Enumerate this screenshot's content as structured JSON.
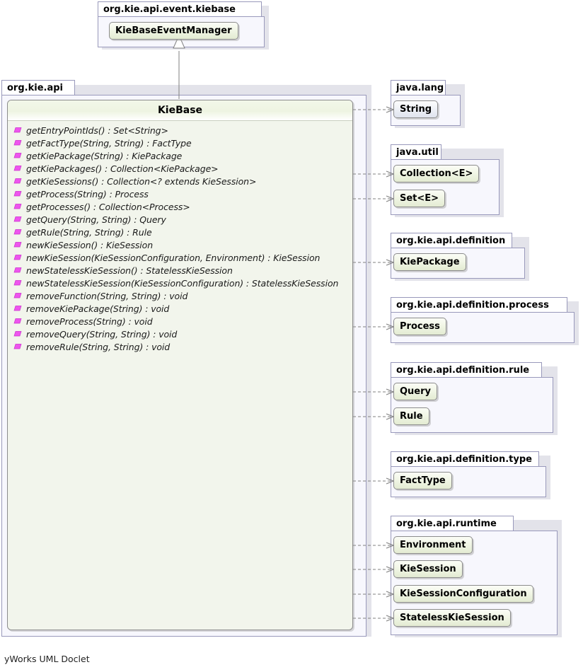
{
  "diagram": {
    "kind": "uml-class-diagram",
    "footer": "yWorks UML Doclet"
  },
  "packages": {
    "event_kiebase": {
      "name": "org.kie.api.event.kiebase",
      "types": [
        {
          "name": "KieBaseEventManager",
          "kind": "interface"
        }
      ]
    },
    "kie_api": {
      "name": "org.kie.api"
    },
    "java_lang": {
      "name": "java.lang",
      "types": [
        {
          "name": "String",
          "kind": "class"
        }
      ]
    },
    "java_util": {
      "name": "java.util",
      "types": [
        {
          "name": "Collection<E>",
          "kind": "interface"
        },
        {
          "name": "Set<E>",
          "kind": "interface"
        }
      ]
    },
    "definition": {
      "name": "org.kie.api.definition",
      "types": [
        {
          "name": "KiePackage",
          "kind": "interface"
        }
      ]
    },
    "definition_process": {
      "name": "org.kie.api.definition.process",
      "types": [
        {
          "name": "Process",
          "kind": "interface"
        }
      ]
    },
    "definition_rule": {
      "name": "org.kie.api.definition.rule",
      "types": [
        {
          "name": "Query",
          "kind": "interface"
        },
        {
          "name": "Rule",
          "kind": "interface"
        }
      ]
    },
    "definition_type": {
      "name": "org.kie.api.definition.type",
      "types": [
        {
          "name": "FactType",
          "kind": "interface"
        }
      ]
    },
    "runtime": {
      "name": "org.kie.api.runtime",
      "types": [
        {
          "name": "Environment",
          "kind": "interface"
        },
        {
          "name": "KieSession",
          "kind": "interface"
        },
        {
          "name": "KieSessionConfiguration",
          "kind": "interface"
        },
        {
          "name": "StatelessKieSession",
          "kind": "interface"
        }
      ]
    }
  },
  "main_class": {
    "name": "KieBase",
    "stereotype": "interface",
    "methods": [
      {
        "visibility": "public",
        "signature": "getEntryPointIds() : Set<String>"
      },
      {
        "visibility": "public",
        "signature": "getFactType(String, String) : FactType"
      },
      {
        "visibility": "public",
        "signature": "getKiePackage(String) : KiePackage"
      },
      {
        "visibility": "public",
        "signature": "getKiePackages() : Collection<KiePackage>"
      },
      {
        "visibility": "public",
        "signature": "getKieSessions() : Collection<? extends KieSession>"
      },
      {
        "visibility": "public",
        "signature": "getProcess(String) : Process"
      },
      {
        "visibility": "public",
        "signature": "getProcesses() : Collection<Process>"
      },
      {
        "visibility": "public",
        "signature": "getQuery(String, String) : Query"
      },
      {
        "visibility": "public",
        "signature": "getRule(String, String) : Rule"
      },
      {
        "visibility": "public",
        "signature": "newKieSession() : KieSession"
      },
      {
        "visibility": "public",
        "signature": "newKieSession(KieSessionConfiguration, Environment) : KieSession"
      },
      {
        "visibility": "public",
        "signature": "newStatelessKieSession() : StatelessKieSession"
      },
      {
        "visibility": "public",
        "signature": "newStatelessKieSession(KieSessionConfiguration) : StatelessKieSession"
      },
      {
        "visibility": "public",
        "signature": "removeFunction(String, String) : void"
      },
      {
        "visibility": "public",
        "signature": "removeKiePackage(String) : void"
      },
      {
        "visibility": "public",
        "signature": "removeProcess(String) : void"
      },
      {
        "visibility": "public",
        "signature": "removeQuery(String, String) : void"
      },
      {
        "visibility": "public",
        "signature": "removeRule(String, String) : void"
      }
    ]
  },
  "relations": {
    "generalization": {
      "from": "KieBase",
      "to": "KieBaseEventManager",
      "style": "solid-hollow-triangle"
    },
    "dependencies": [
      {
        "from": "KieBase",
        "to": "String"
      },
      {
        "from": "KieBase",
        "to": "Collection<E>"
      },
      {
        "from": "KieBase",
        "to": "Set<E>"
      },
      {
        "from": "KieBase",
        "to": "KiePackage"
      },
      {
        "from": "KieBase",
        "to": "Process"
      },
      {
        "from": "KieBase",
        "to": "Query"
      },
      {
        "from": "KieBase",
        "to": "Rule"
      },
      {
        "from": "KieBase",
        "to": "FactType"
      },
      {
        "from": "KieBase",
        "to": "Environment"
      },
      {
        "from": "KieBase",
        "to": "KieSession"
      },
      {
        "from": "KieBase",
        "to": "KieSessionConfiguration"
      },
      {
        "from": "KieBase",
        "to": "StatelessKieSession"
      }
    ],
    "style": "dashed-open-arrow"
  },
  "colors": {
    "interface_fill": "#eef4e0",
    "class_fill": "#e6eaf3",
    "package_fill": "#f7f7fd",
    "package_border": "#9999bb",
    "node_border": "#8c8c8c",
    "method_glyph": "#ee55ee",
    "edge": "#808080",
    "background": "#ffffff"
  }
}
